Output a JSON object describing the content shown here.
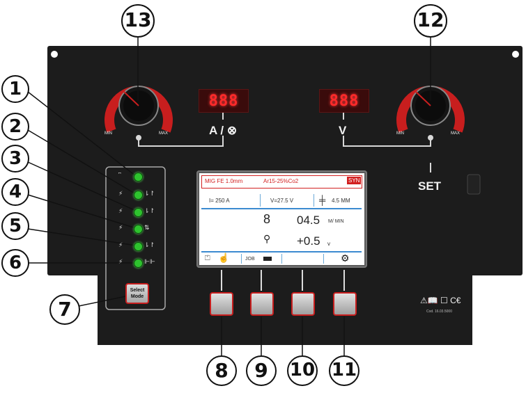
{
  "callouts": [
    "1",
    "2",
    "3",
    "4",
    "5",
    "6",
    "7",
    "8",
    "9",
    "10",
    "11",
    "12",
    "13"
  ],
  "left_display": {
    "digits": "888",
    "label": "A / ⊗"
  },
  "right_display": {
    "digits": "888",
    "label": "V"
  },
  "set_label": "SET",
  "knob_labels": {
    "min": "MIN",
    "max": "MAX"
  },
  "select_mode_label": [
    "Select",
    "Mode"
  ],
  "lcd": {
    "header_left": "MIG  FE 1.0mm",
    "header_mid": "Ar15-25%Co2",
    "header_right": "SYN",
    "row2": [
      "I= 250  A",
      "V=27.5  V",
      "4.5   MM"
    ],
    "wire_speed": {
      "value": "04.5",
      "unit": "M/ MIN"
    },
    "voltage_adj": {
      "value": "+0.5",
      "unit": "v"
    },
    "bottom_job": "JOB"
  },
  "cert": {
    "marks": "⚠📖 ☐ C€",
    "code": "Cod. 16.03.5000"
  },
  "colors": {
    "panel": "#1c1c1c",
    "accent": "#c81e1e",
    "led": "#2ec22e"
  }
}
